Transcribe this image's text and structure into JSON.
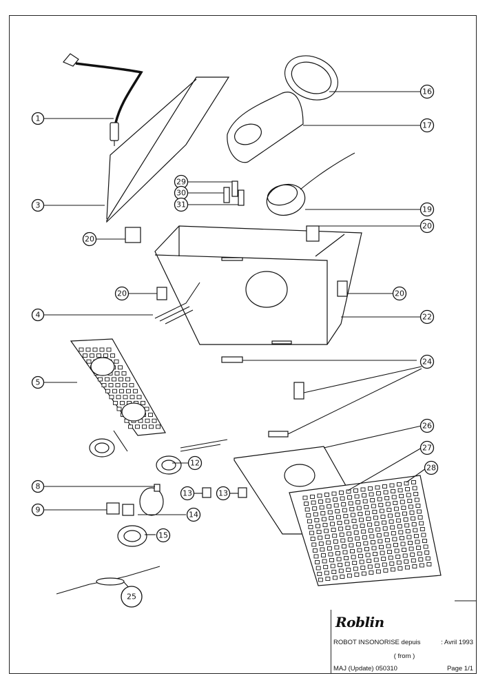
{
  "callouts": [
    "1",
    "3",
    "4",
    "5",
    "8",
    "9",
    "12",
    "13",
    "13",
    "14",
    "15",
    "16",
    "17",
    "19",
    "20",
    "20",
    "20",
    "20",
    "22",
    "24",
    "25",
    "26",
    "27",
    "28",
    "29",
    "30",
    "31"
  ],
  "title_block": {
    "brand": "Roblin",
    "model": "ROBOT INSONORISE depuis",
    "date": ":  Avril 1993",
    "from": "( from )",
    "update": "MAJ (Update) 050310",
    "page": "Page 1/1"
  }
}
